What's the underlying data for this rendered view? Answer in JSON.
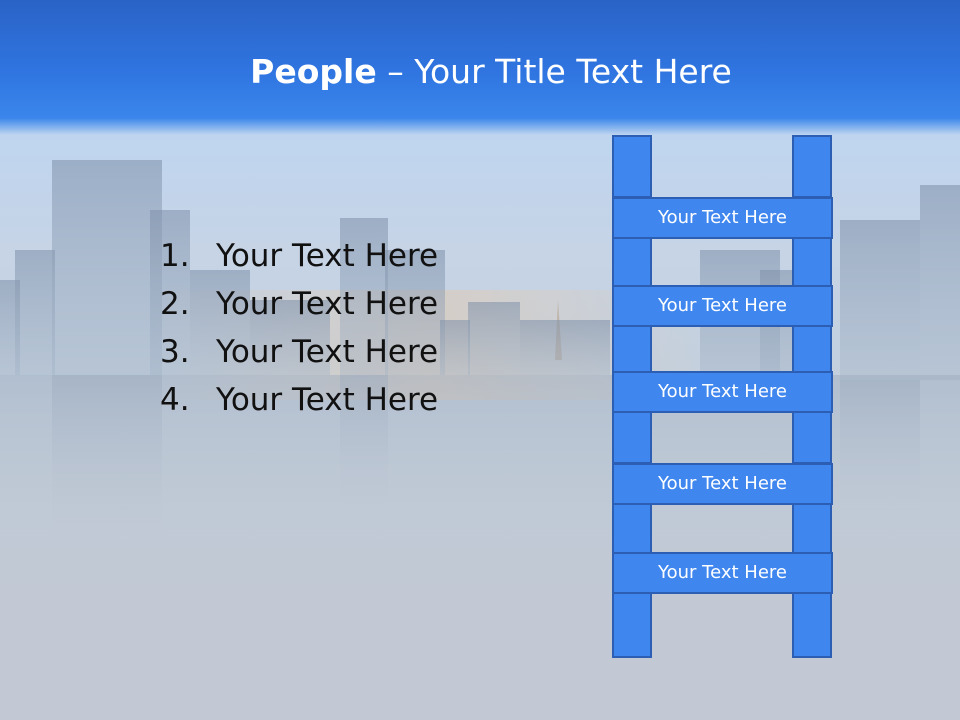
{
  "slide": {
    "title_bold": "People",
    "title_rest": " – Your Title Text Here",
    "list_items": [
      {
        "num": "1.",
        "text": "Your Text Here"
      },
      {
        "num": "2.",
        "text": "Your Text Here"
      },
      {
        "num": "3.",
        "text": "Your Text Here"
      },
      {
        "num": "4.",
        "text": "Your Text Here"
      }
    ],
    "ladder_rungs": [
      "Your Text Here",
      "Your Text Here",
      "Your Text Here",
      "Your Text Here",
      "Your Text Here"
    ]
  },
  "colors": {
    "header_blue": "#2f74e0",
    "ladder_fill": "#3f86ef",
    "ladder_border": "#2c5fb3",
    "text_dark": "#111111",
    "text_white": "#ffffff"
  }
}
